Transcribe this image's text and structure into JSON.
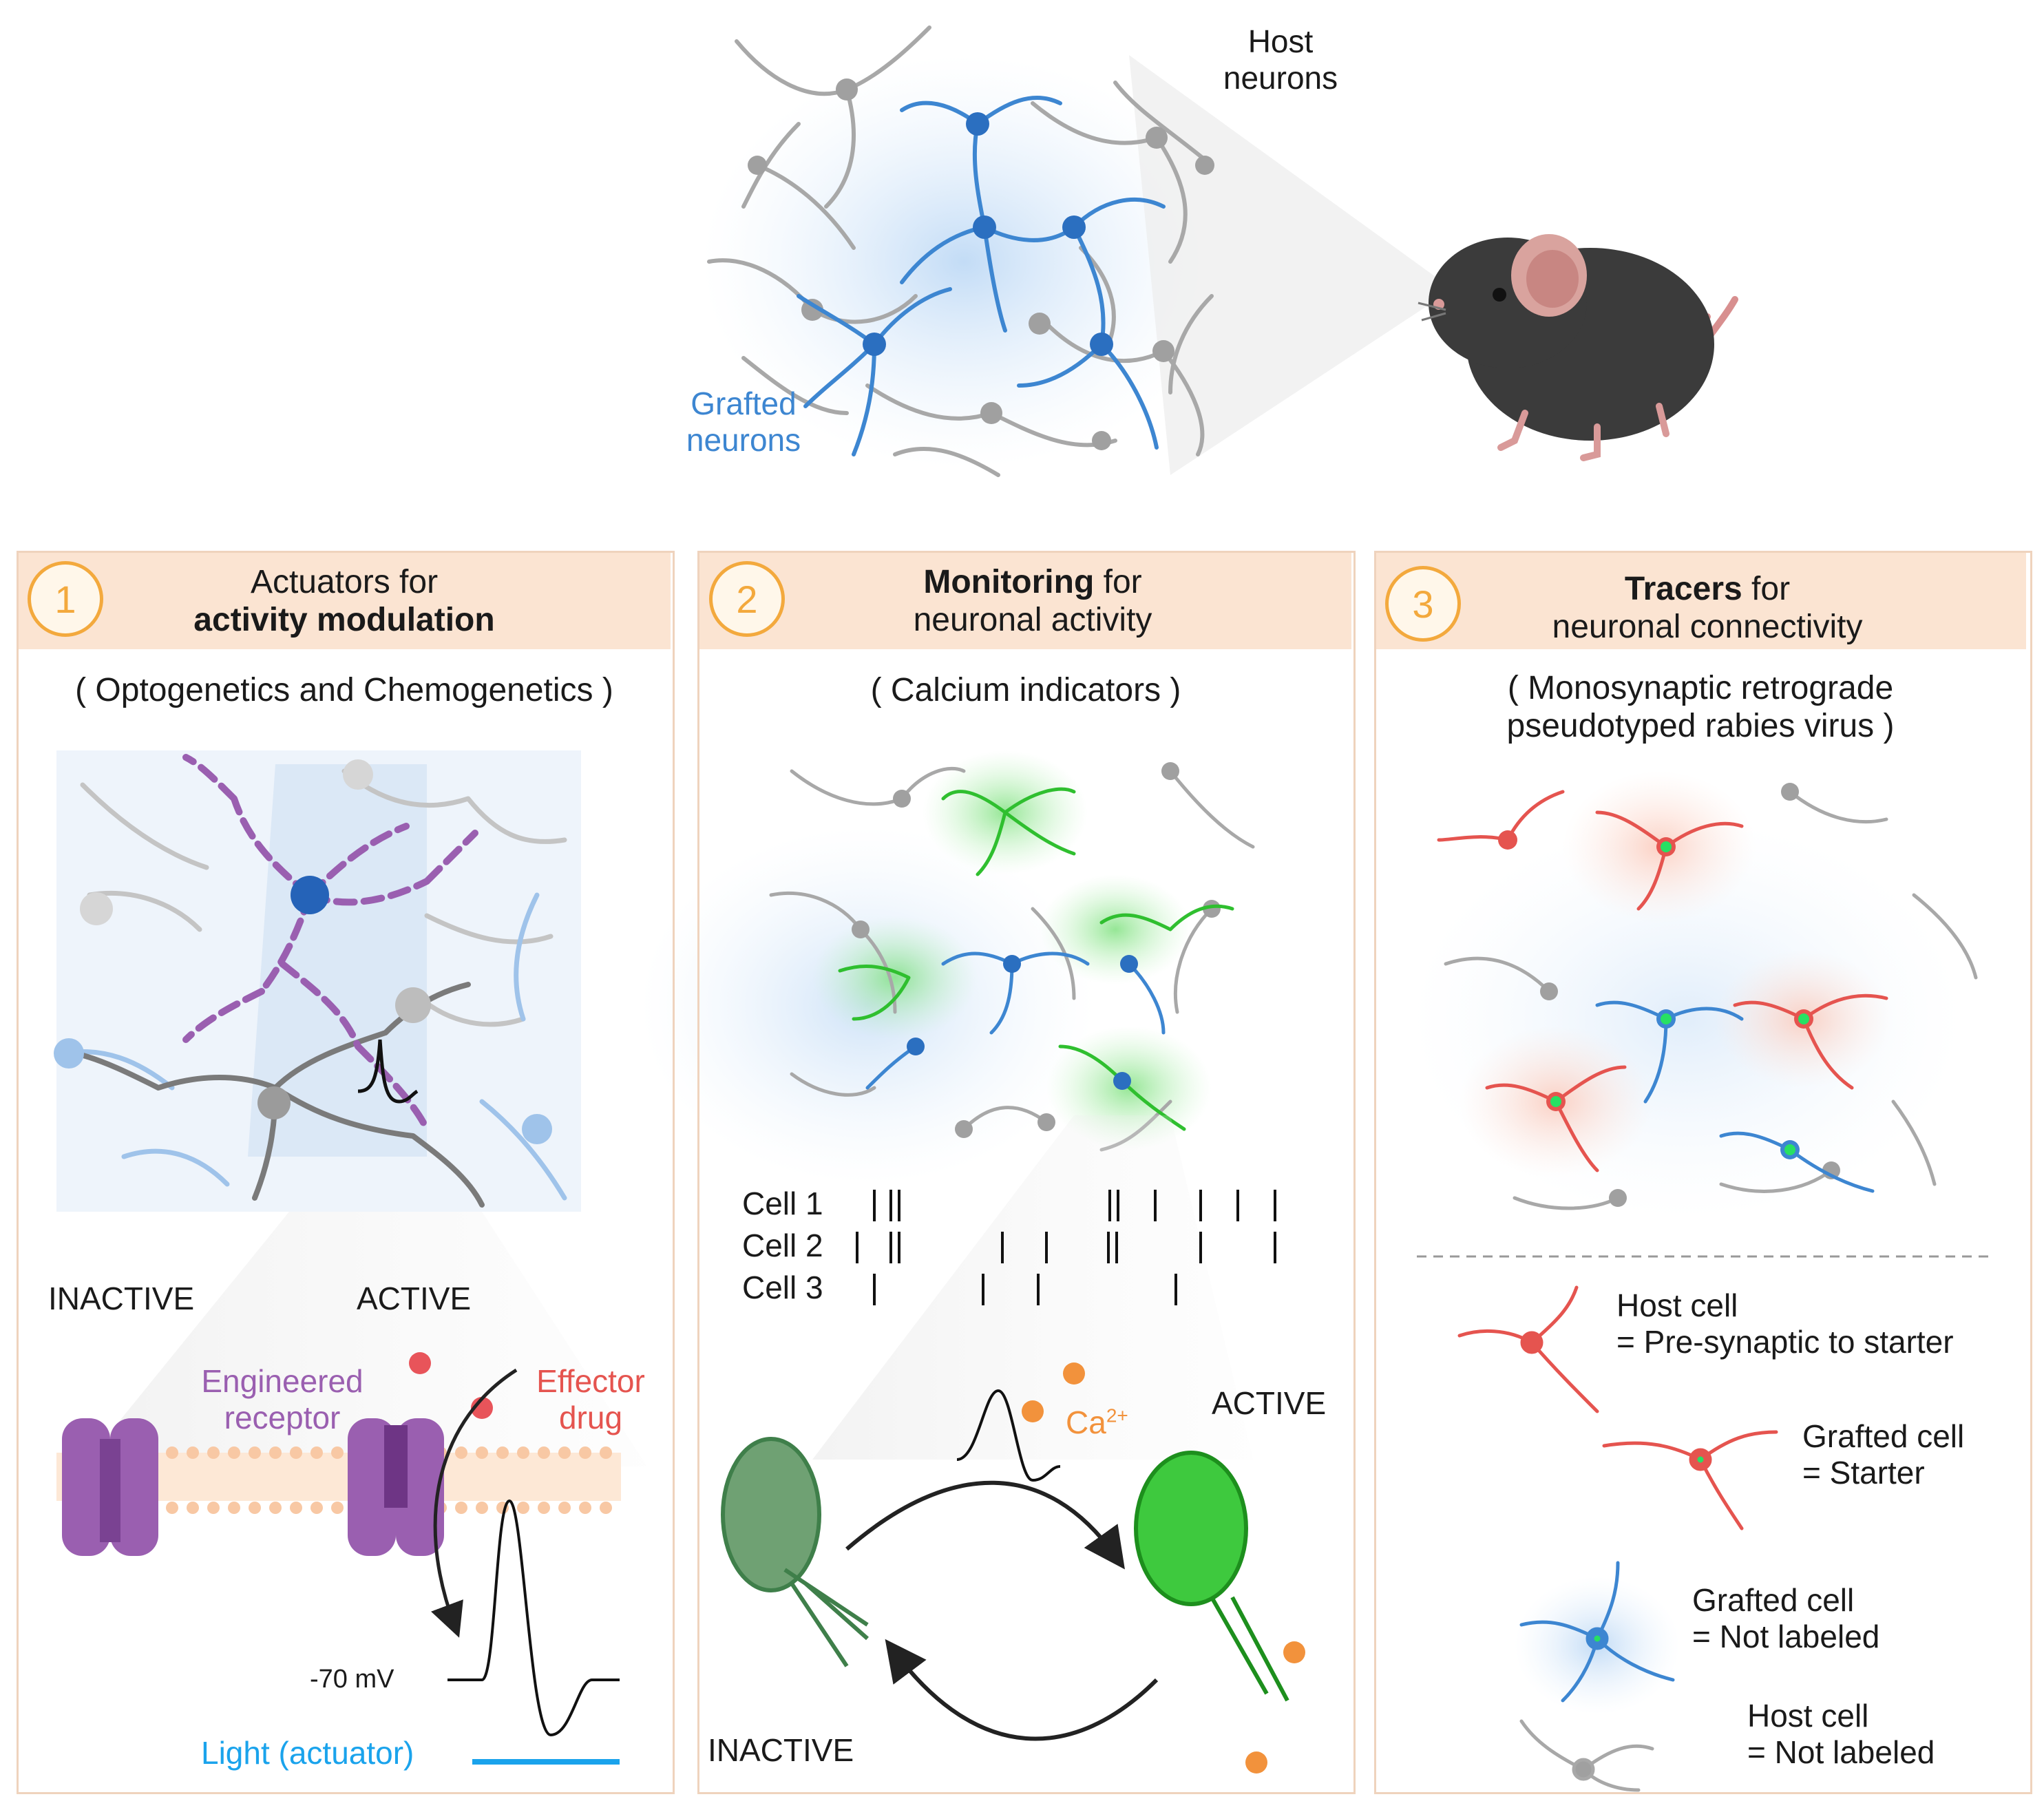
{
  "top": {
    "host_label": [
      "Host",
      "neurons"
    ],
    "grafted_label": [
      "Grafted",
      "neurons"
    ]
  },
  "panels": [
    {
      "number": "1",
      "title_line1": "Actuators for",
      "title_line2_bold": "activity modulation",
      "subtitle": "( Optogenetics and Chemogenetics )",
      "inactive": "INACTIVE",
      "active": "ACTIVE",
      "engineered_receptor": [
        "Engineered",
        "receptor"
      ],
      "effector_drug": [
        "Effector",
        "drug"
      ],
      "voltage": "-70 mV",
      "light": "Light (actuator)"
    },
    {
      "number": "2",
      "title_bold": "Monitoring",
      "title_rest": " for",
      "title_line2": "neuronal activity",
      "subtitle": "( Calcium indicators )",
      "cells": [
        "Cell 1",
        "Cell 2",
        "Cell 3"
      ],
      "ca": "Ca",
      "ca_sup": "2+",
      "active": "ACTIVE",
      "inactive": "INACTIVE"
    },
    {
      "number": "3",
      "title_bold": "Tracers",
      "title_rest": " for",
      "title_line2": "neuronal connectivity",
      "subtitle": [
        "( Monosynaptic retrograde",
        "pseudotyped rabies virus )"
      ],
      "legend": [
        {
          "line1": "Host cell",
          "line2": "= Pre-synaptic to starter"
        },
        {
          "line1": "Grafted cell",
          "line2": "= Starter"
        },
        {
          "line1": "Grafted cell",
          "line2": "= Not labeled"
        },
        {
          "line1": "Host cell",
          "line2": "= Not labeled"
        }
      ]
    }
  ],
  "colors": {
    "grafted_blue": "#3d86d1",
    "host_gray": "#a8a8a8",
    "receptor_purple": "#9a5fb0",
    "gcamp_green": "#2fbf2f",
    "traced_red": "#e5544f",
    "accent_orange": "#f3a93d",
    "light_blue": "#1aa3ec"
  }
}
